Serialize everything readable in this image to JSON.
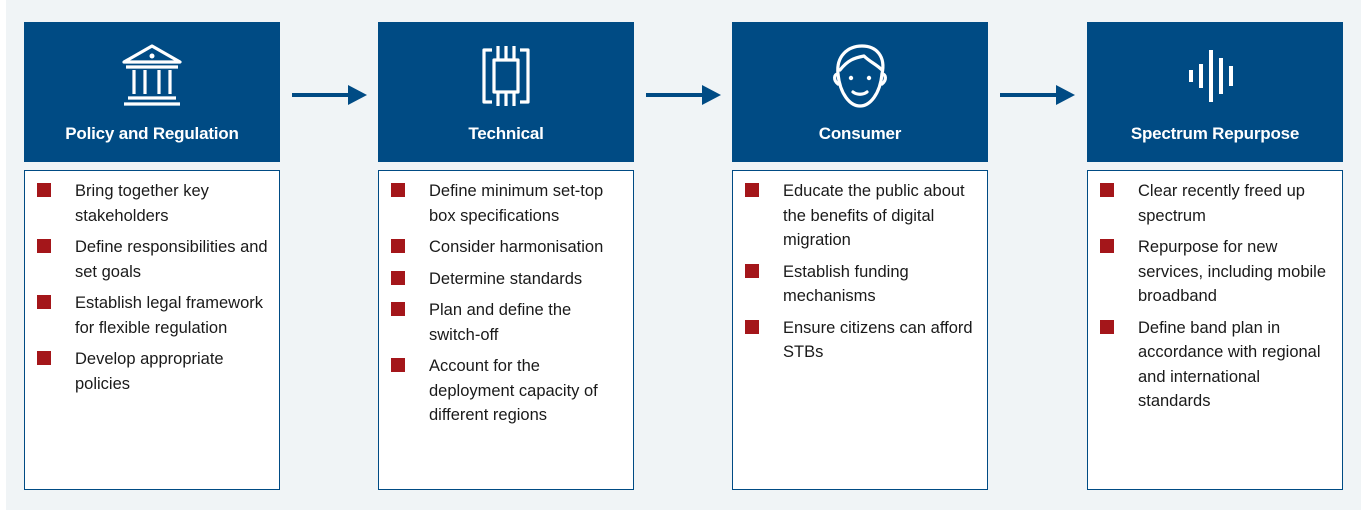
{
  "colors": {
    "header_bg": "#004b84",
    "bullet": "#a4161a",
    "background": "#f0f4f6",
    "border": "#004b84"
  },
  "columns": [
    {
      "icon": "government-building-icon",
      "title": "Policy and Regulation",
      "items": [
        "Bring together key stakeholders",
        "Define responsibilities and set goals",
        "Establish legal framework for flexible regulation",
        "Develop appropriate policies"
      ]
    },
    {
      "icon": "chip-icon",
      "title": "Technical",
      "items": [
        "Define minimum set-top box specifications",
        "Consider harmonisation",
        "Determine standards",
        "Plan and define the switch-off",
        "Account for the deployment capacity of different regions"
      ]
    },
    {
      "icon": "person-face-icon",
      "title": "Consumer",
      "items": [
        "Educate the public about the benefits of digital migration",
        "Establish funding mechanisms",
        "Ensure citizens can afford STBs"
      ]
    },
    {
      "icon": "signal-waveform-icon",
      "title": "Spectrum Repurpose",
      "items": [
        "Clear recently freed up spectrum",
        "Repurpose for new services, including mobile broadband",
        "Define band plan in accordance with regional and international standards"
      ]
    }
  ]
}
